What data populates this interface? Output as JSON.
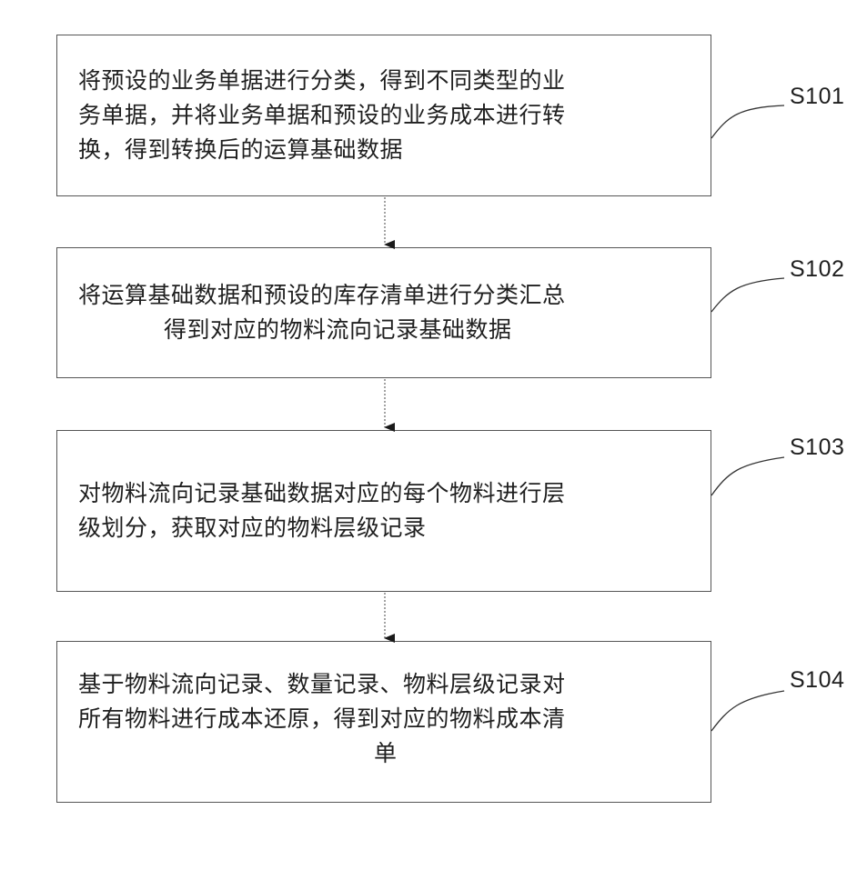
{
  "steps": [
    {
      "id": "S101",
      "lines": [
        "将预设的业务单据进行分类，得到不同类型的业",
        "务单据，并将业务单据和预设的业务成本进行转",
        "换，得到转换后的运算基础数据"
      ]
    },
    {
      "id": "S102",
      "lines": [
        "将运算基础数据和预设的库存清单进行分类汇总",
        "得到对应的物料流向记录基础数据"
      ]
    },
    {
      "id": "S103",
      "lines": [
        "对物料流向记录基础数据对应的每个物料进行层",
        "级划分，获取对应的物料层级记录"
      ]
    },
    {
      "id": "S104",
      "lines": [
        "基于物料流向记录、数量记录、物料层级记录对",
        "所有物料进行成本还原，得到对应的物料成本清",
        "单"
      ]
    }
  ]
}
